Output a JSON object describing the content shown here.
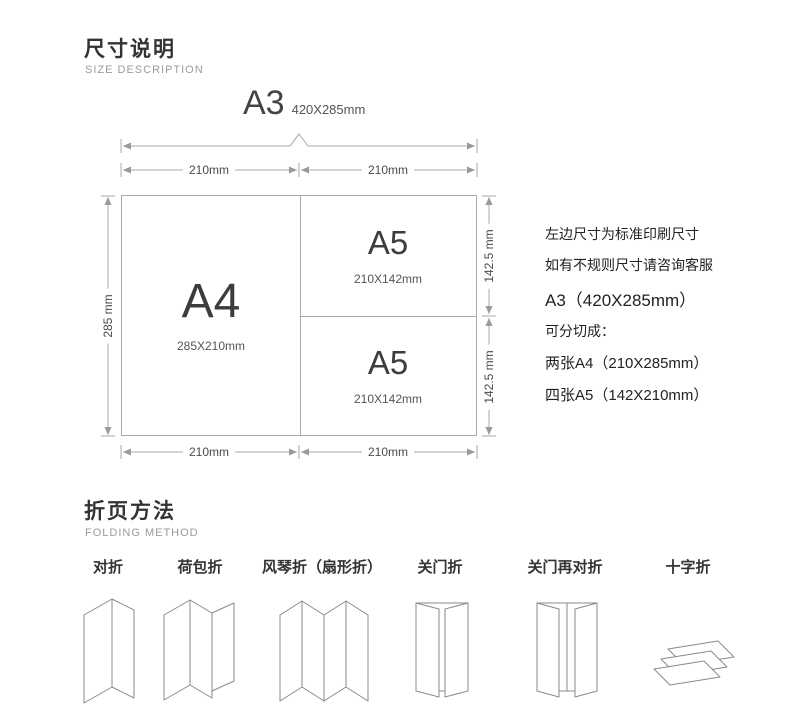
{
  "size_section": {
    "title": "尺寸说明",
    "subtitle": "SIZE DESCRIPTION",
    "a3_label": "A3",
    "a3_size": "420X285mm",
    "dims": {
      "top_left": "210mm",
      "top_right": "210mm",
      "bottom_left": "210mm",
      "bottom_right": "210mm",
      "left": "285 mm",
      "right_top": "142.5 mm",
      "right_bottom": "142.5 mm"
    },
    "panels": {
      "a4": {
        "label": "A4",
        "size": "285X210mm"
      },
      "a5_top": {
        "label": "A5",
        "size": "210X142mm"
      },
      "a5_bottom": {
        "label": "A5",
        "size": "210X142mm"
      }
    },
    "notes": [
      "左边尺寸为标准印刷尺寸",
      "如有不规则尺寸请咨询客服",
      "A3（420X285mm）",
      "可分切成：",
      "两张A4（210X285mm）",
      "四张A5（142X210mm）"
    ]
  },
  "folding_section": {
    "title": "折页方法",
    "subtitle": "FOLDING METHOD",
    "methods": [
      {
        "label": "对折"
      },
      {
        "label": "荷包折"
      },
      {
        "label": "风琴折（扇形折）"
      },
      {
        "label": "关门折"
      },
      {
        "label": "关门再对折"
      },
      {
        "label": "十字折"
      }
    ]
  },
  "colors": {
    "line": "#a8a8a8",
    "arrow": "#9a9a9a",
    "text_dark": "#333333",
    "text_gray": "#9b9b9b"
  }
}
